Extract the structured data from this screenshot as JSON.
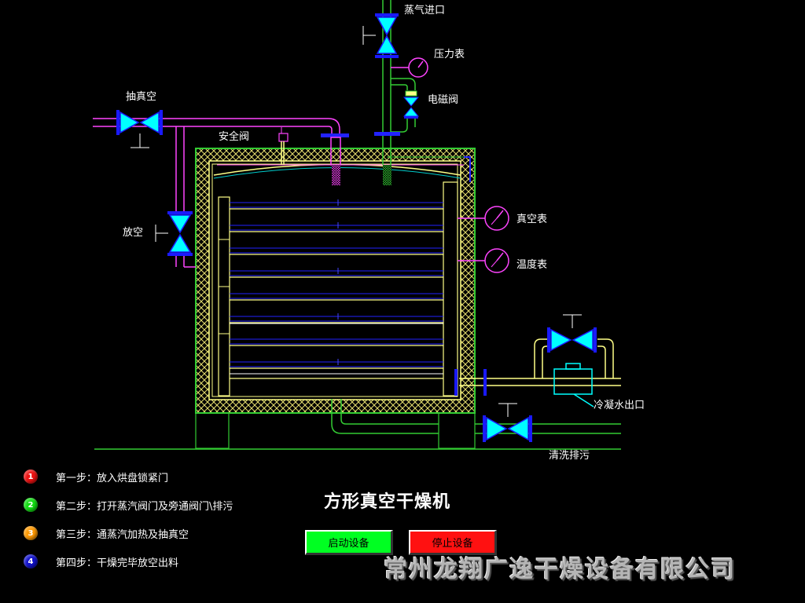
{
  "colors": {
    "steam": "#ff44ff",
    "insulation": "#ffff88",
    "frame": "#33cc33",
    "valve_blue": "#1a1aff",
    "valve_cyan": "#00ffff",
    "shelf": "#2222ff",
    "start_button": "#00ff22",
    "stop_button": "#ff1111"
  },
  "diagram": {
    "labels": {
      "steam_inlet": "蒸气进口",
      "pressure_gauge": "压力表",
      "solenoid_valve": "电磁阀",
      "vacuum_pump": "抽真空",
      "safety_valve": "安全阀",
      "vent": "放空",
      "vacuum_gauge": "真空表",
      "temperature_gauge": "温度表",
      "condensate_outlet": "冷凝水出口",
      "cleaning_drain": "清洗排污"
    }
  },
  "steps": [
    {
      "num": "1",
      "color": "#ee1111",
      "text": "第一步：放入烘盘锁紧门"
    },
    {
      "num": "2",
      "color": "#11dd11",
      "text": "第二步：打开蒸汽阀门及旁通阀门\\排污"
    },
    {
      "num": "3",
      "color": "#ff9900",
      "text": "第三步：通蒸汽加热及抽真空"
    },
    {
      "num": "4",
      "color": "#1111cc",
      "text": "第四步：干燥完毕放空出料"
    }
  ],
  "title": "方形真空干燥机",
  "buttons": {
    "start": "启动设备",
    "stop": "停止设备"
  },
  "company": "常州龙翔广逸干燥设备有限公司"
}
